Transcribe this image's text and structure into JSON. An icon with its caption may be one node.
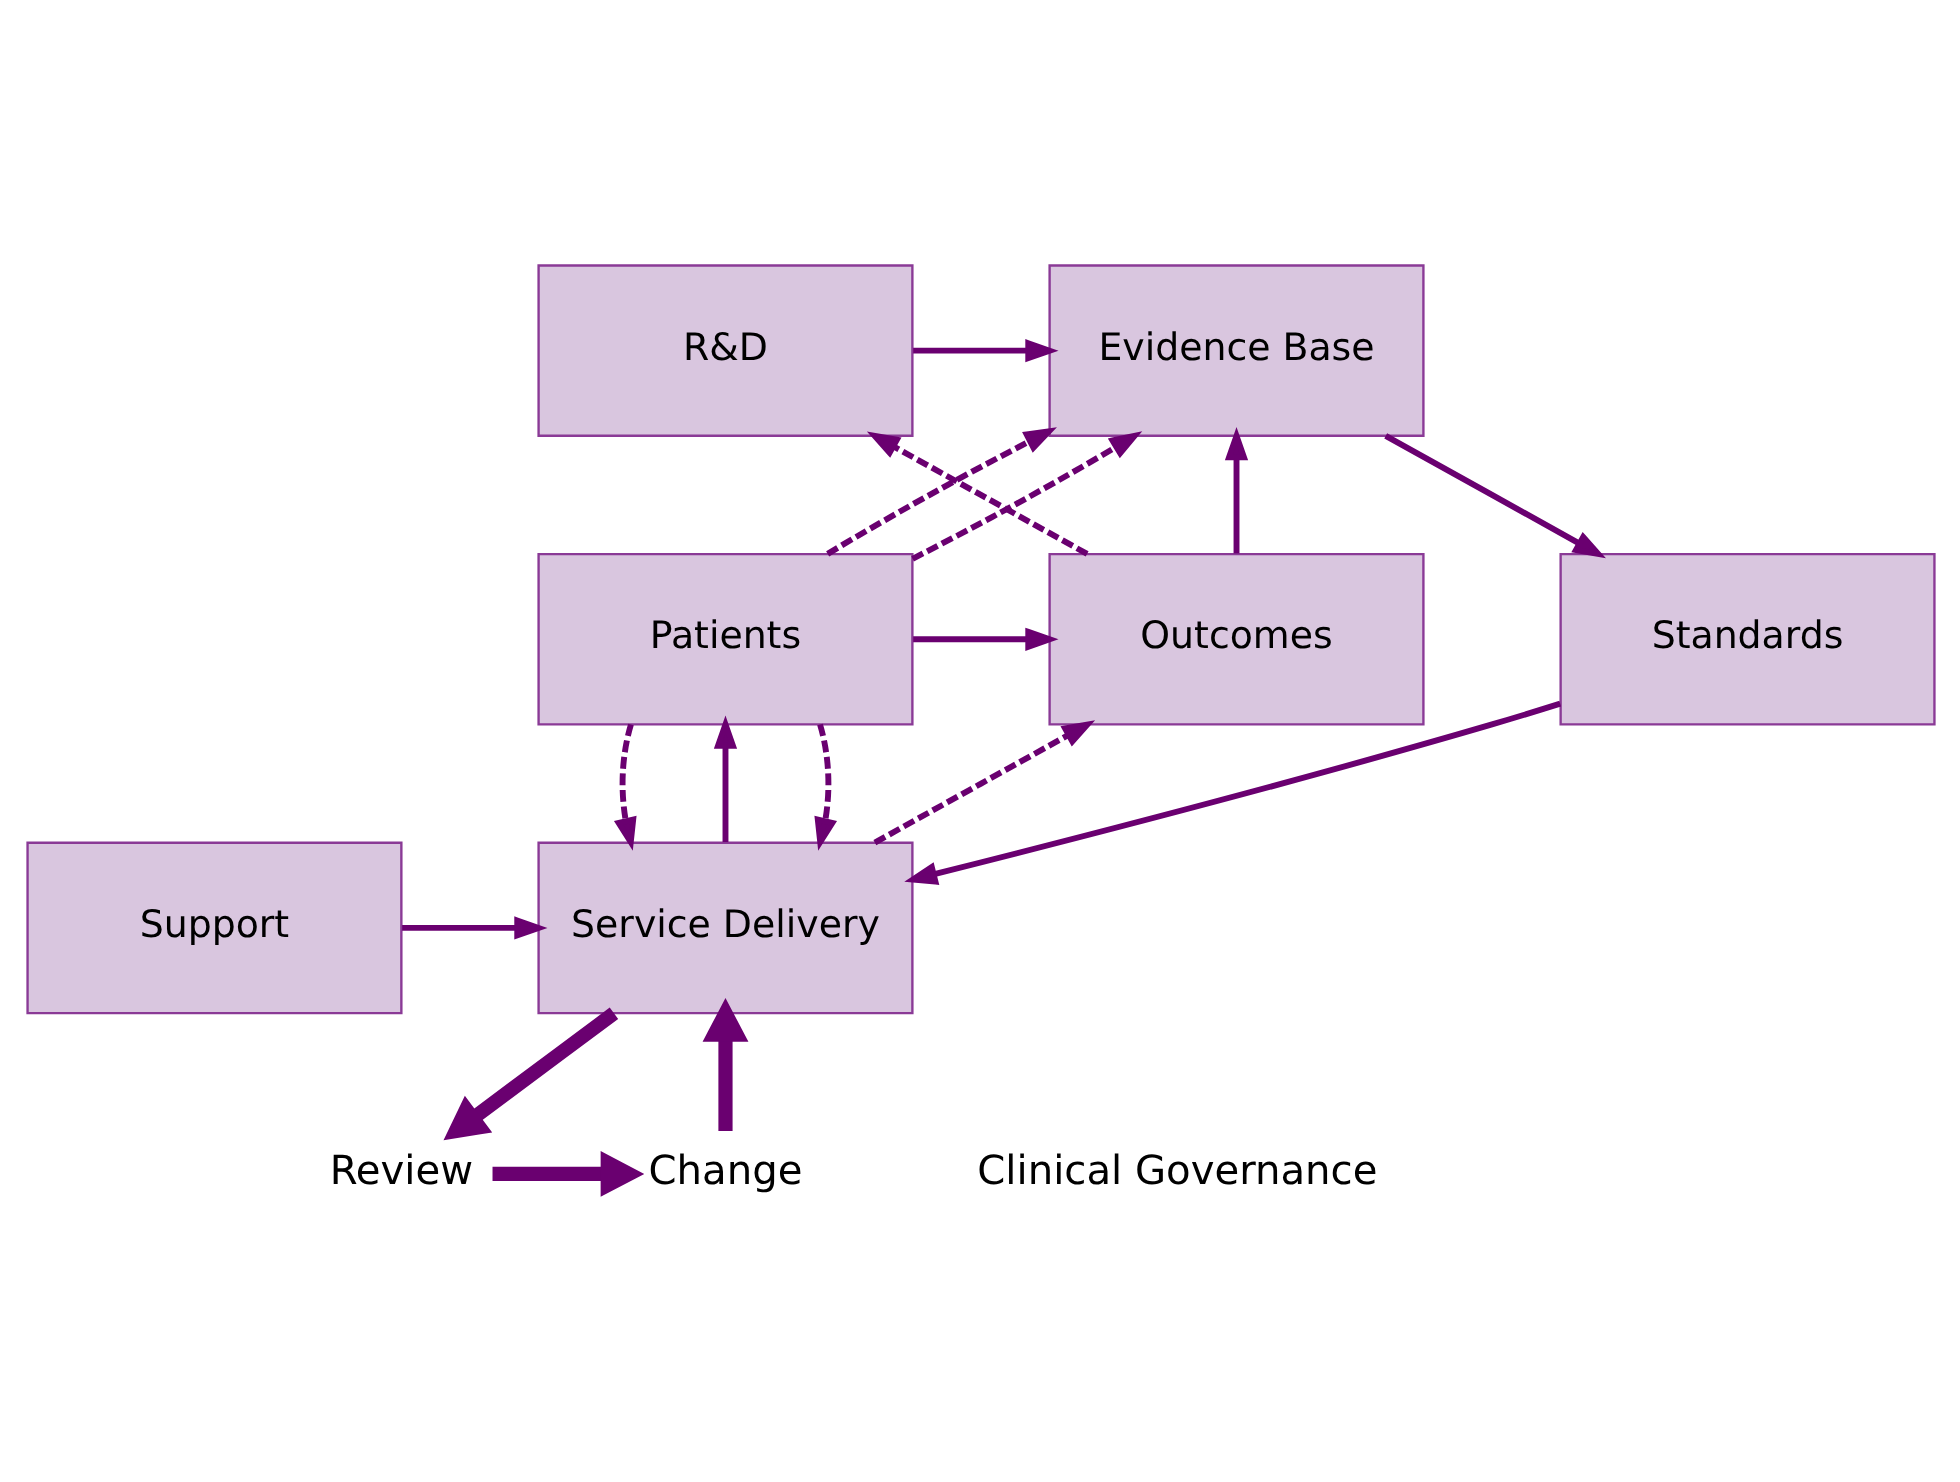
{
  "diagram": {
    "nodes": [
      {
        "text": [
          "R&D"
        ]
      },
      {
        "text": [
          "Evidence Base"
        ]
      },
      {
        "text": [
          "Outcomes"
        ]
      },
      {
        "text": [
          "Patients"
        ]
      },
      {
        "text": [
          "Standards"
        ]
      },
      {
        "text": [
          "Service Delivery"
        ]
      },
      {
        "text": [
          "Support"
        ]
      },
      {
        "text": [
          "Change"
        ]
      },
      {
        "text": [
          "Review"
        ]
      }
    ],
    "edges": [
      {
        "from": 0,
        "to": 1,
        "arrow": "to"
      },
      {
        "from": 2,
        "to": 0,
        "arrow": "to",
        "style": "dashed"
      },
      {
        "from": 2,
        "to": 1,
        "arrow": "to"
      },
      {
        "from": 3,
        "to": 2,
        "arrow": "to"
      },
      {
        "from": 3,
        "to": 1,
        "arrow": "to",
        "style": "dashed"
      },
      {
        "from": 3,
        "to": 1,
        "arrow": "to",
        "style": "dashed"
      },
      {
        "from": 1,
        "to": 4,
        "arrow": "to"
      },
      {
        "from": 4,
        "to": 5,
        "arrow": "to"
      },
      {
        "from": 6,
        "to": 5,
        "arrow": "to"
      },
      {
        "from": 5,
        "to": 3,
        "arrow": "to"
      },
      {
        "from": 3,
        "to": 5,
        "arrow": "to",
        "style": "dashed"
      },
      {
        "from": 3,
        "to": 5,
        "arrow": "to",
        "style": "dashed"
      },
      {
        "from": 5,
        "to": 2,
        "arrow": "to",
        "style": "dashed"
      },
      {
        "from": 5,
        "to": 8,
        "arrow": "to",
        "style": "thick"
      },
      {
        "from": 8,
        "to": 7,
        "arrow": "to",
        "style": "thick"
      },
      {
        "from": 7,
        "to": 5,
        "arrow": "to",
        "style": "thick"
      }
    ],
    "labels": [
      "Clinical Governance"
    ]
  }
}
